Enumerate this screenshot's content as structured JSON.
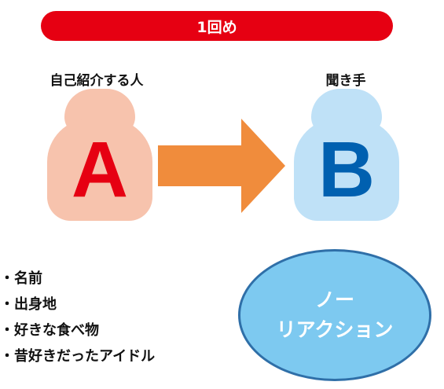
{
  "banner": {
    "title": "1回め"
  },
  "speaker": {
    "label": "自己紹介する人",
    "letter": "A"
  },
  "listener": {
    "label": "聞き手",
    "letter": "B"
  },
  "arrow": {
    "color": "#f08c3c",
    "direction": "right"
  },
  "topics": [
    "名前",
    "出身地",
    "好きな食べ物",
    "昔好きだったアイドル"
  ],
  "reaction": {
    "line1": "ノー",
    "line2": "リアクション"
  },
  "colors": {
    "banner": "#e60012",
    "speaker_figure": "#f7c3ad",
    "speaker_letter": "#e60012",
    "listener_figure": "#bfe1f7",
    "listener_letter": "#0060b0",
    "reaction_fill": "#7dc9f0",
    "reaction_border": "#2f6fa8"
  }
}
